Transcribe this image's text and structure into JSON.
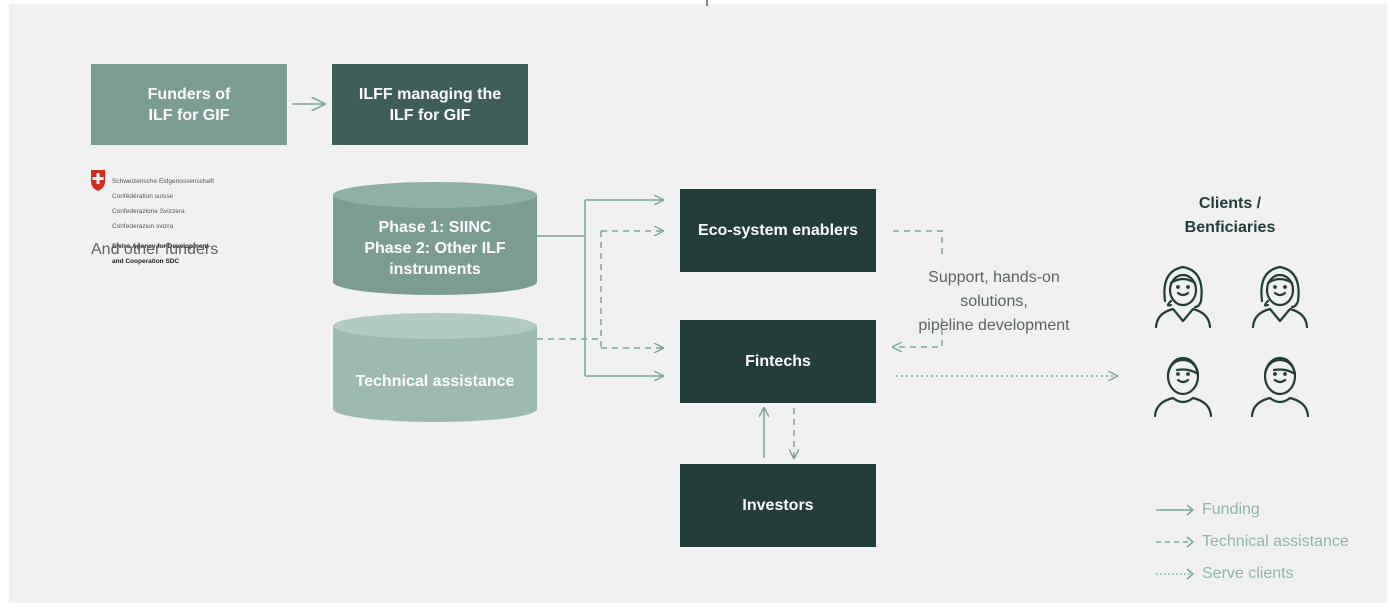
{
  "colors": {
    "background": "#f0f1f0",
    "dark_green": "#233e3a",
    "mid_green": "#3e5f58",
    "medium_teal": "#7a9c92",
    "light_teal": "#9cbab2",
    "arrow": "#7aa798",
    "text_gray": "#5b6463"
  },
  "nodes": {
    "funders": "Funders of\nILF for GIF",
    "ilff": "ILFF managing the\nILF for GIF",
    "phase": "Phase 1: SIINC\nPhase 2: Other ILF\ninstruments",
    "technical_assistance": "Technical assistance",
    "ecosystem": "Eco-system enablers",
    "fintechs": "Fintechs",
    "investors": "Investors"
  },
  "sdc_logo": {
    "line1": "Schweizerische Eidgenossenschaft",
    "line2": "Confédération suisse",
    "line3": "Confederazione Svizzera",
    "line4": "Confederaziun svizra",
    "agency1": "Swiss Agency for Development",
    "agency2": "and Cooperation SDC"
  },
  "other_funders": "And other funders",
  "support_label": "Support, hands-on solutions,\npipeline development",
  "clients_title": "Clients /\nBenficiaries",
  "legend": {
    "funding": "Funding",
    "technical_assistance": "Technical assistance",
    "serve_clients": "Serve clients"
  }
}
